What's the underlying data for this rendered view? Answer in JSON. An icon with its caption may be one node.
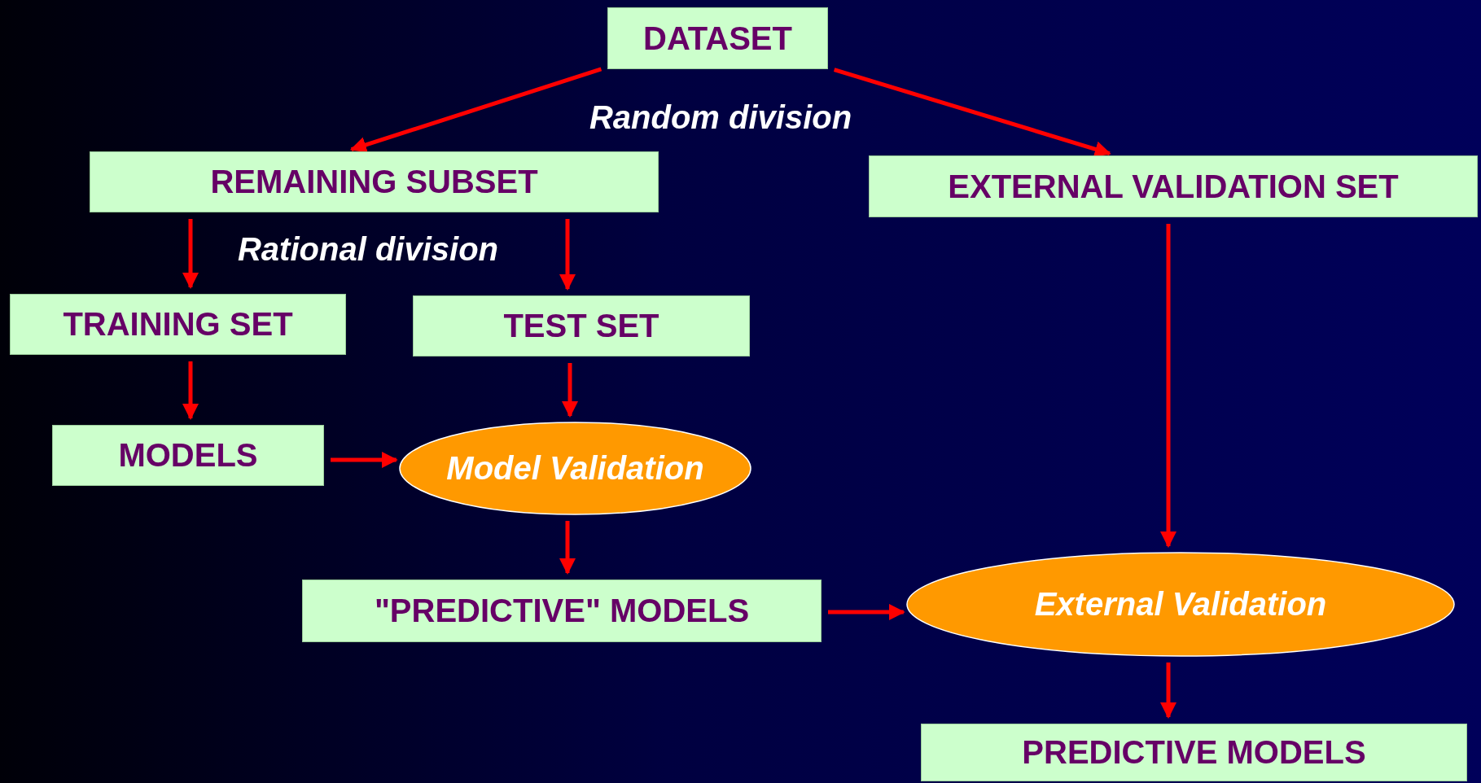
{
  "diagram": {
    "nodes": [
      {
        "text": [
          "DATASET"
        ]
      },
      {
        "text": [
          "REMAINING SUBSET"
        ]
      },
      {
        "text": [
          "EXTERNAL VALIDATION SET"
        ]
      },
      {
        "text": [
          "TRAINING SET"
        ]
      },
      {
        "text": [
          "TEST SET"
        ]
      },
      {
        "text": [
          "MODELS"
        ]
      },
      {
        "text": [
          "Model Validation"
        ]
      },
      {
        "text": [
          "\"PREDICTIVE\" MODELS"
        ]
      },
      {
        "text": [
          "External Validation"
        ]
      },
      {
        "text": [
          "PREDICTIVE MODELS"
        ]
      }
    ],
    "edges": [
      {
        "from": 0,
        "to": 1,
        "arrow": "to"
      },
      {
        "from": 0,
        "to": 2,
        "arrow": "to"
      },
      {
        "from": 1,
        "to": 3,
        "arrow": "to"
      },
      {
        "from": 1,
        "to": 4,
        "arrow": "to"
      },
      {
        "from": 3,
        "to": 5,
        "arrow": "to"
      },
      {
        "from": 4,
        "to": 6,
        "arrow": "to"
      },
      {
        "from": 5,
        "to": 6,
        "arrow": "to"
      },
      {
        "from": 6,
        "to": 7,
        "arrow": "to"
      },
      {
        "from": 7,
        "to": 8,
        "arrow": "to"
      },
      {
        "from": 2,
        "to": 8,
        "arrow": "to"
      },
      {
        "from": 8,
        "to": 9,
        "arrow": "to"
      }
    ],
    "labels": [
      "Random division",
      "Rational division"
    ]
  }
}
